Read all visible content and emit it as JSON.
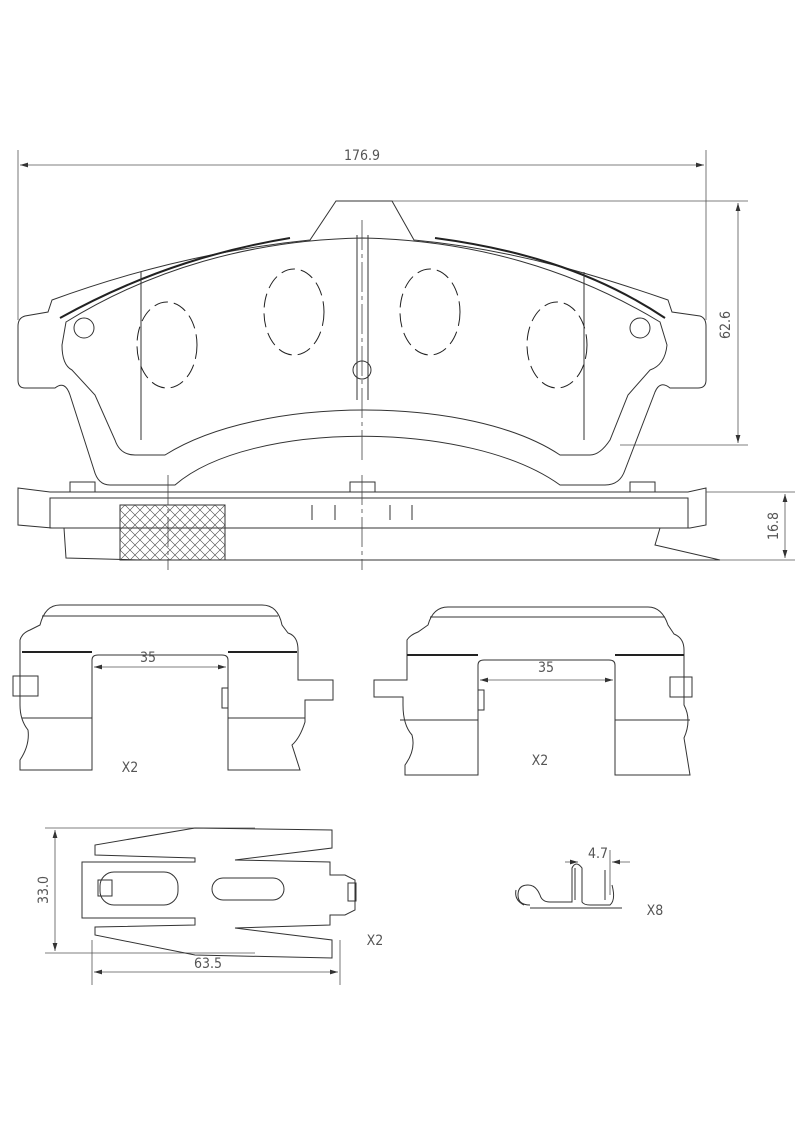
{
  "dimensions": {
    "pad_width": "176.9",
    "pad_height": "62.6",
    "pad_thickness": "16.8",
    "clip_left_opening": "35",
    "clip_right_opening": "35",
    "shim_height": "33.0",
    "shim_width": "63.5",
    "spring_width": "4.7"
  },
  "quantities": {
    "clip_left": "X2",
    "clip_right": "X2",
    "shim": "X2",
    "spring": "X8"
  }
}
